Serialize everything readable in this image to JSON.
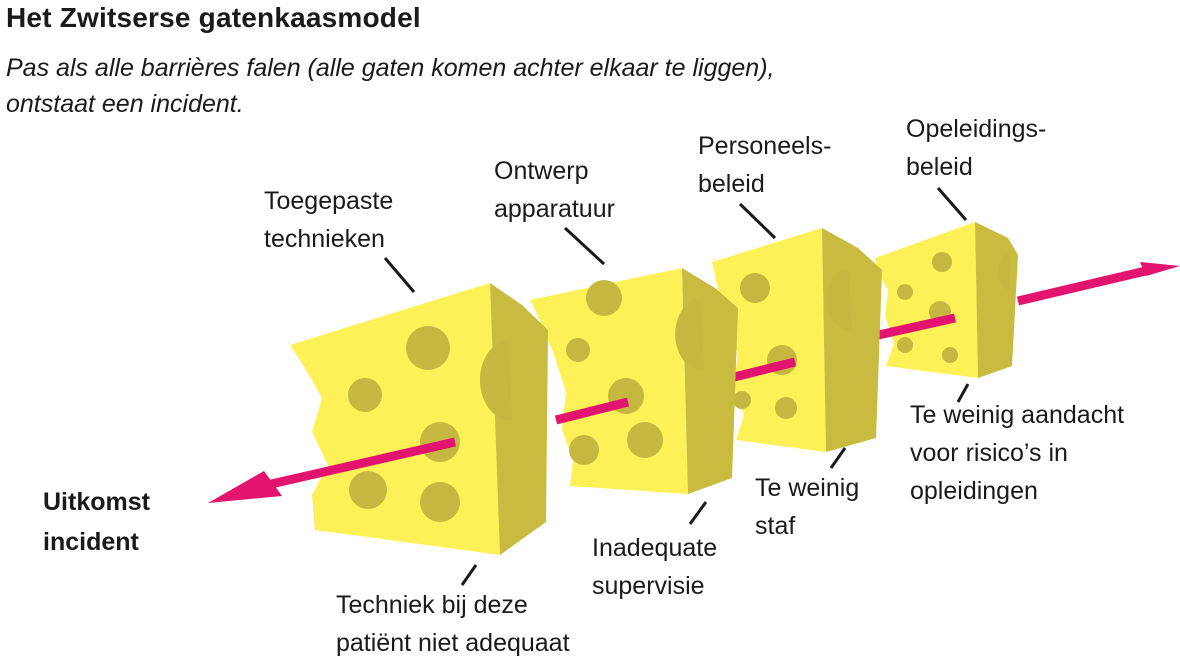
{
  "title": "Het Zwitserse gatenkaasmodel",
  "subtitle": {
    "line1": "Pas als alle barrières falen (alle gaten komen achter elkaar te liggen),",
    "line2": "ontstaat een incident."
  },
  "colors": {
    "cheese_front": "#fef157",
    "cheese_side": "#c9bb3f",
    "cheese_top": "#f4e04d",
    "hole": "#c5b740",
    "arrow": "#e3146f",
    "text": "#1a1a1a"
  },
  "layers": [
    {
      "top_line1": "Toegepaste",
      "top_line2": "technieken",
      "bottom_line1": "Techniek bij deze",
      "bottom_line2": "patiënt niet adequaat"
    },
    {
      "top_line1": "Ontwerp",
      "top_line2": "apparatuur",
      "bottom_line1": "Inadequate",
      "bottom_line2": "supervisie"
    },
    {
      "top_line1": "Personeels-",
      "top_line2": "beleid",
      "bottom_line1": "Te weinig",
      "bottom_line2": "staf"
    },
    {
      "top_line1": "Opeleidings-",
      "top_line2": "beleid",
      "bottom_line1": "Te weinig aandacht",
      "bottom_line2": "voor risico’s in",
      "bottom_line3": "opleidingen"
    }
  ],
  "outcome": {
    "line1": "Uitkomst",
    "line2": "incident"
  }
}
